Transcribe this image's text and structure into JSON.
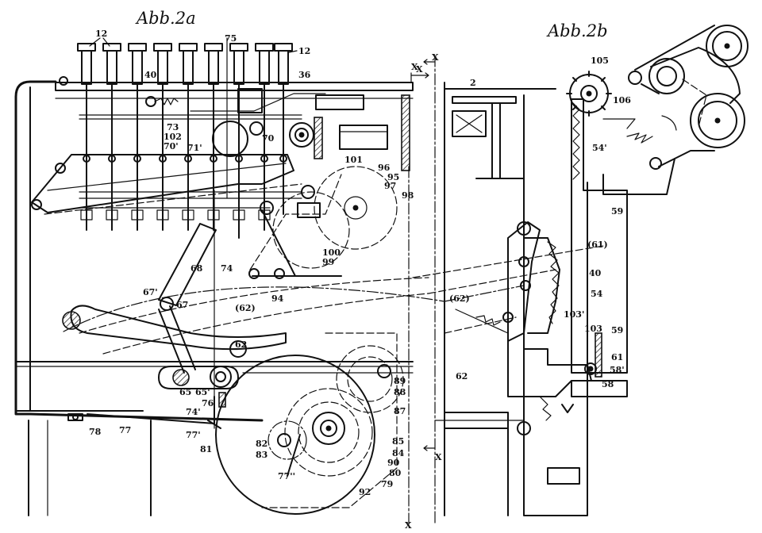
{
  "figures": {
    "left_title": "Abb.2a",
    "right_title": "Abb.2b"
  },
  "section_marks": [
    "X",
    "X",
    "X",
    "X",
    "X"
  ],
  "labels": {
    "l12a": "12",
    "l12b": "12",
    "l75": "75",
    "l40a": "40",
    "l36": "36",
    "l73": "73",
    "l102": "102",
    "l70": "70'",
    "l71": "71'",
    "l70b": "70",
    "l101": "101",
    "l96": "96",
    "l95": "95",
    "l97": "97",
    "l98": "98",
    "l100": "100",
    "l99": "99",
    "l68": "68",
    "l74": "74",
    "l67p": "67'",
    "l67": "67",
    "l62p": "(62)",
    "l94": "94",
    "l62": "62",
    "l65": "65",
    "l65p": "65'",
    "l76": "76",
    "l74p": "74'",
    "l77p": "77'",
    "l77": "77",
    "l78": "78",
    "l81": "81",
    "l82": "82",
    "l83": "83",
    "l77pp": "77''",
    "l92": "92",
    "l79": "79",
    "l80": "80",
    "l90": "90",
    "l84": "84",
    "l85": "85",
    "l87": "87",
    "l88": "88",
    "l89": "89",
    "l2": "2",
    "l105": "105",
    "l106": "106",
    "l54p": "54'",
    "l59a": "59",
    "l61p": "(61)",
    "l40b": "40",
    "l54": "54",
    "l62pb": "(62)",
    "l103p": "103'",
    "l103": "103",
    "l59b": "59",
    "l61": "61",
    "l58p": "58'",
    "l58": "58",
    "l62b": "62"
  }
}
